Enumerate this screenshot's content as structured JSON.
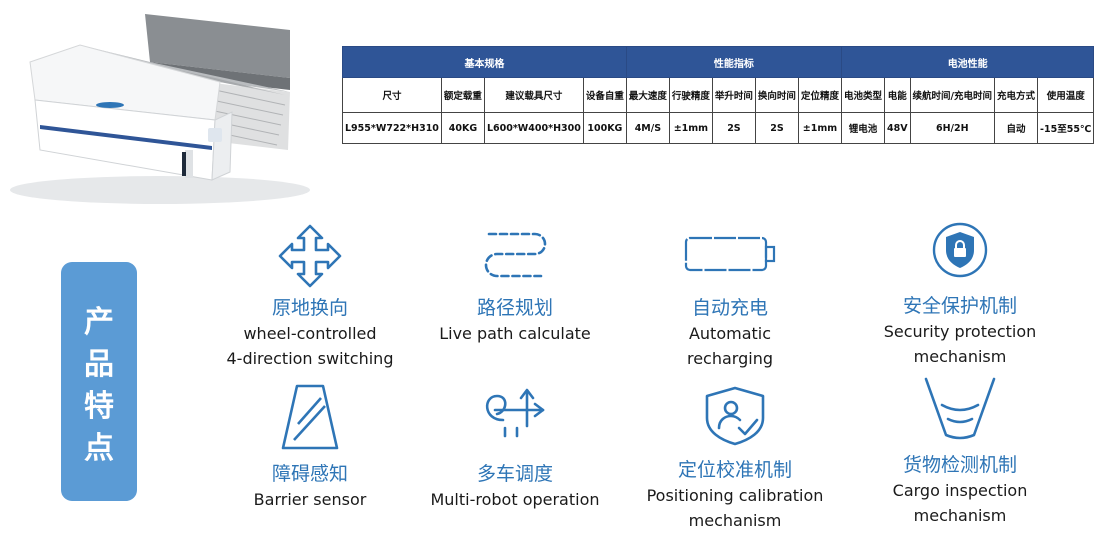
{
  "spec_table": {
    "group_headers": [
      "基本规格",
      "性能指标",
      "电池性能"
    ],
    "column_headers": [
      "尺寸",
      "额定载重",
      "建议载具尺寸",
      "设备自重",
      "最大速度",
      "行驶精度",
      "举升时间",
      "换向时间",
      "定位精度",
      "电池类型",
      "电能",
      "续航时间/充电时间",
      "充电方式",
      "使用温度"
    ],
    "values": [
      "L955*W722*H310",
      "40KG",
      "L600*W400*H300",
      "100KG",
      "4M/S",
      "±1mm",
      "2S",
      "2S",
      "±1mm",
      "锂电池",
      "48V",
      "6H/2H",
      "自动",
      "-15至55℃"
    ]
  },
  "sidebar": {
    "chars": [
      "产",
      "品",
      "特",
      "点"
    ]
  },
  "features": [
    {
      "zh": "原地换向",
      "en1": "wheel-controlled",
      "en2": "4-direction switching",
      "icon": "four-direction-arrows-icon"
    },
    {
      "zh": "路径规划",
      "en1": "Live path calculate",
      "en2": "",
      "icon": "dashed-path-icon"
    },
    {
      "zh": "自动充电",
      "en1": "Automatic",
      "en2": "recharging",
      "icon": "battery-icon"
    },
    {
      "zh": "安全保护机制",
      "en1": "Security protection",
      "en2": "mechanism",
      "icon": "shield-lock-icon"
    },
    {
      "zh": "障碍感知",
      "en1": "Barrier sensor",
      "en2": "",
      "icon": "sensor-beam-icon"
    },
    {
      "zh": "多车调度",
      "en1": "Multi-robot operation",
      "en2": "",
      "icon": "multi-route-arrows-icon"
    },
    {
      "zh": "定位校准机制",
      "en1": "Positioning calibration",
      "en2": "mechanism",
      "icon": "badge-person-check-icon"
    },
    {
      "zh": "货物检测机制",
      "en1": "Cargo inspection",
      "en2": "mechanism",
      "icon": "scan-wave-icon"
    }
  ],
  "colors": {
    "table_header": "#2f5597",
    "sidebar": "#5b9bd5",
    "icon_blue": "#2e75b6"
  }
}
